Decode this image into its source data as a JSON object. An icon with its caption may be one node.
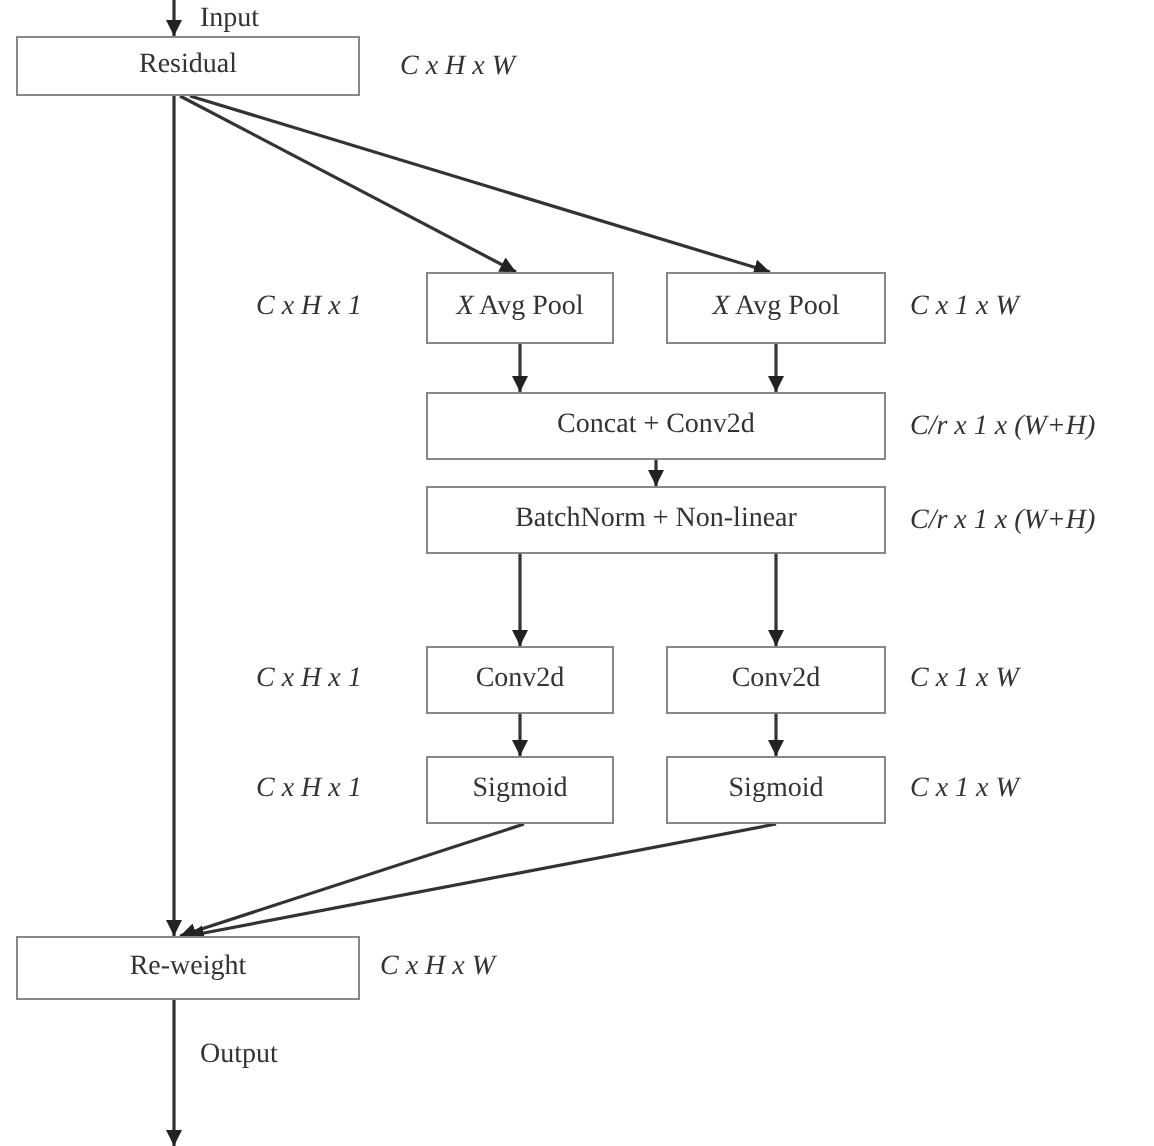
{
  "diagram": {
    "nodes": [
      {
        "text": [
          "Residual"
        ],
        "beside": [
          "C x H x W"
        ]
      },
      {
        "text": [
          "*X* Avg Pool"
        ],
        "beside": [
          "C x H x 1"
        ]
      },
      {
        "text": [
          "*X* Avg Pool"
        ],
        "beside": [
          "C x 1 x W"
        ]
      },
      {
        "text": [
          "Concat + Conv2d"
        ],
        "beside": [
          "C/r x 1 x (W+H)"
        ]
      },
      {
        "text": [
          "BatchNorm + Non-linear"
        ],
        "beside": [
          "C/r x 1 x (W+H)"
        ]
      },
      {
        "text": [
          "Conv2d"
        ],
        "beside": [
          "C x H x 1"
        ]
      },
      {
        "text": [
          "Conv2d"
        ],
        "beside": [
          "C x 1 x W"
        ]
      },
      {
        "text": [
          "Sigmoid"
        ],
        "beside": [
          "C x H x 1"
        ]
      },
      {
        "text": [
          "Sigmoid"
        ],
        "beside": [
          "C x 1 x W"
        ]
      },
      {
        "text": [
          "Re-weight"
        ],
        "beside": [
          "C x H x W"
        ]
      }
    ],
    "edges": [
      {
        "from": null,
        "to": 0,
        "arrow": "to",
        "label": "Input"
      },
      {
        "from": 0,
        "to": 1,
        "arrow": "to"
      },
      {
        "from": 0,
        "to": 2,
        "arrow": "to"
      },
      {
        "from": 0,
        "to": 9,
        "arrow": "to"
      },
      {
        "from": 1,
        "to": 3,
        "arrow": "to"
      },
      {
        "from": 2,
        "to": 3,
        "arrow": "to"
      },
      {
        "from": 3,
        "to": 4,
        "arrow": "to"
      },
      {
        "from": 4,
        "to": 5,
        "arrow": "to"
      },
      {
        "from": 4,
        "to": 6,
        "arrow": "to"
      },
      {
        "from": 5,
        "to": 7,
        "arrow": "to"
      },
      {
        "from": 6,
        "to": 8,
        "arrow": "to"
      },
      {
        "from": 7,
        "to": 9,
        "arrow": "to"
      },
      {
        "from": 8,
        "to": 9,
        "arrow": "to"
      },
      {
        "from": 9,
        "to": null,
        "arrow": "to",
        "label": "Output"
      }
    ]
  }
}
